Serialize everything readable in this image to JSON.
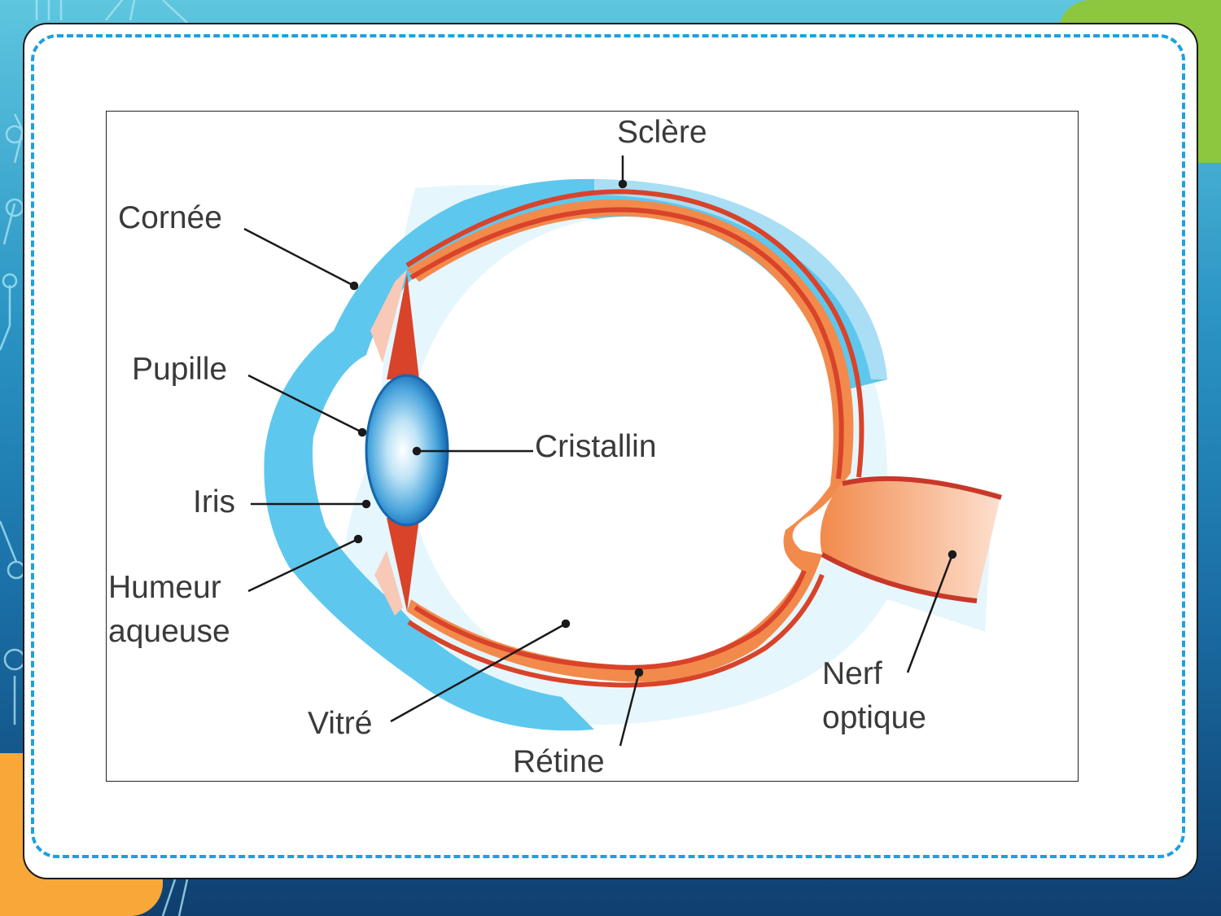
{
  "diagram": {
    "labels": {
      "sclere": "Sclère",
      "cornee": "Cornée",
      "pupille": "Pupille",
      "cristallin": "Cristallin",
      "iris": "Iris",
      "humeur_line1": "Humeur",
      "humeur_line2": "aqueuse",
      "vitre": "Vitré",
      "retine": "Rétine",
      "nerf_line1": "Nerf",
      "nerf_line2": "optique"
    }
  },
  "colors": {
    "cornea_blue": "#5ec7ee",
    "sclera_light_blue": "#bfe8f8",
    "retina_red": "#d8432a",
    "choroid_orange": "#f28a4c",
    "lens_blue": "#1a7fc6",
    "accent_green": "#8dc63f",
    "accent_orange": "#f7a839",
    "dash_blue": "#1ea0e0"
  }
}
